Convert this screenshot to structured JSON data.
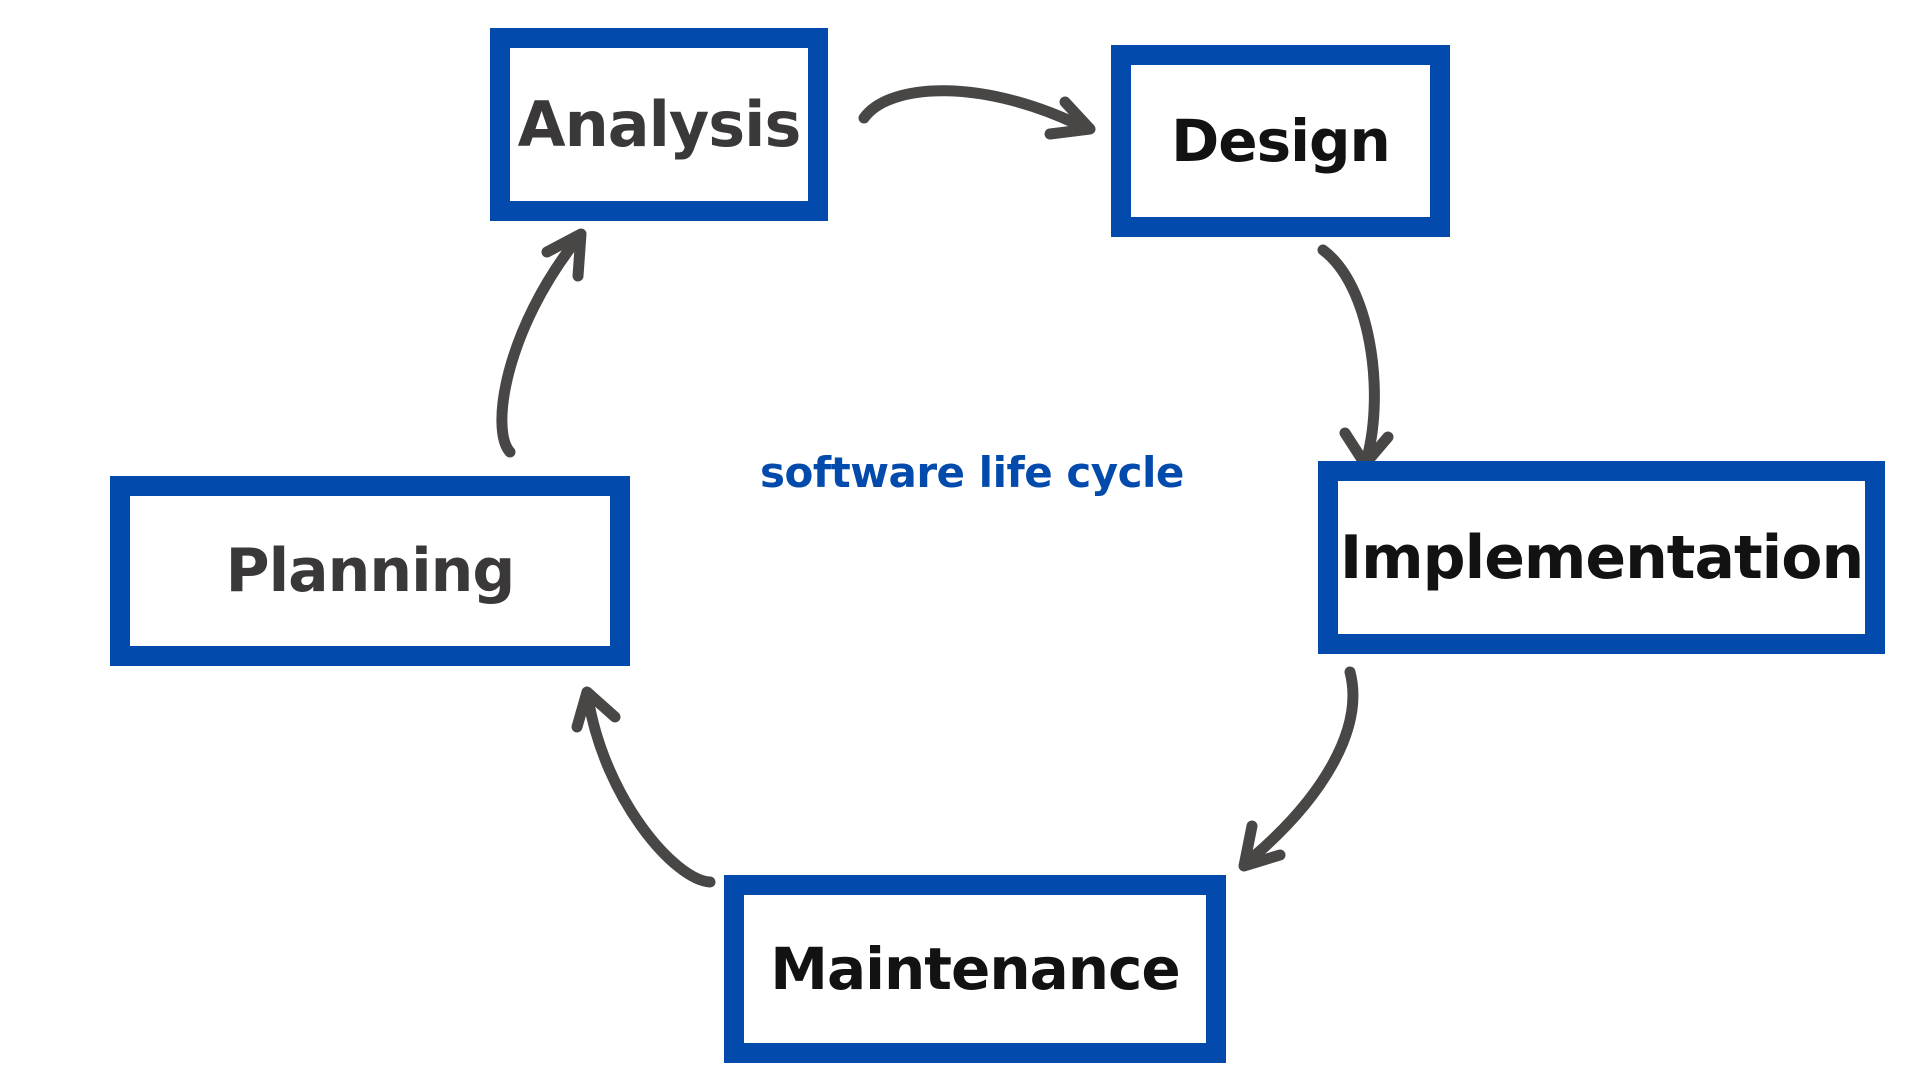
{
  "diagram": {
    "caption": "software life cycle",
    "nodes": {
      "analysis": "Analysis",
      "design": "Design",
      "implementation": "Implementation",
      "maintenance": "Maintenance",
      "planning": "Planning"
    },
    "colors": {
      "box_border": "#034aad",
      "caption": "#034aad",
      "arrow": "#494646",
      "text_dark": "#121212",
      "text_gray": "#3a3838"
    }
  }
}
